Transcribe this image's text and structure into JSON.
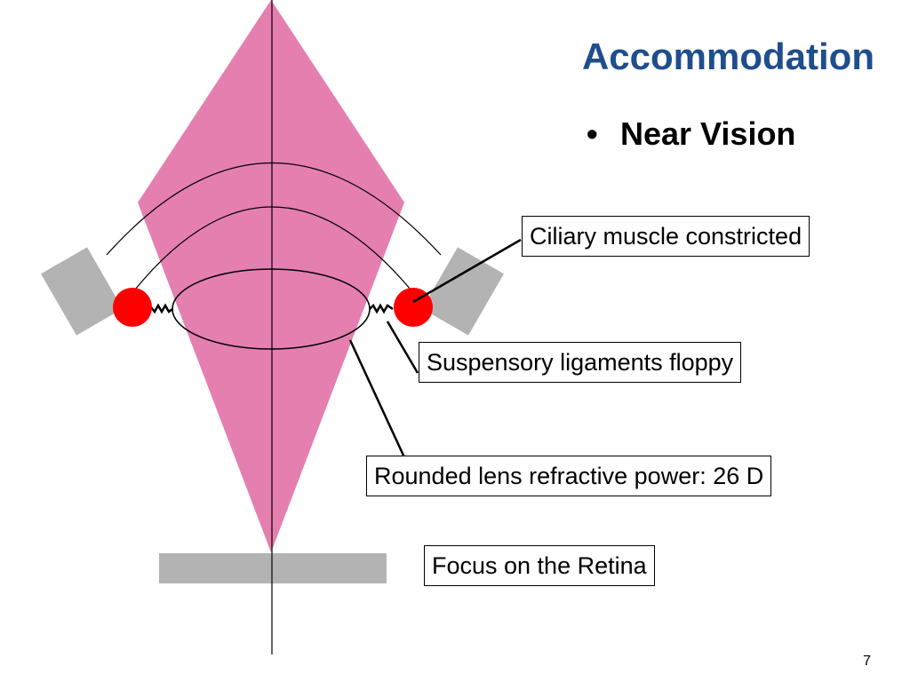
{
  "slide": {
    "title": "Accommodation",
    "bullet": "Near Vision",
    "page_number": "7"
  },
  "labels": {
    "ciliary": "Ciliary muscle constricted",
    "ligaments": "Suspensory ligaments floppy",
    "lens": "Rounded lens refractive power: 26 D",
    "focus": "Focus on the Retina"
  },
  "colors": {
    "title": "#1f4e8c",
    "light_cone": "#e57fb0",
    "ciliary_muscle": "#ff0000",
    "ciliary_body": "#b3b3b3",
    "retina": "#b3b3b3"
  }
}
